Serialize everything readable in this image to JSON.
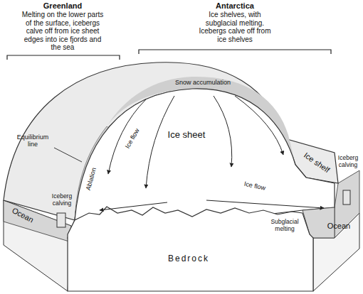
{
  "diagram": {
    "labels": [
      "Greenland",
      "Melting on the lower parts of the surface, icebergs calve off from ice sheet edges into ice fjords and the sea",
      "Antarctica",
      "Ice shelves, with subglacial melting. Icebergs calve off from ice shelves",
      "Equilibrium line",
      "Snow accumulation",
      "Ice sheet",
      "Ice flow",
      "Ablation",
      "Ice flow",
      "Ice shelf",
      "Iceberg calving",
      "Iceberg calving",
      "Ocean",
      "Subglacial melting",
      "Ocean",
      "Bedrock"
    ]
  }
}
